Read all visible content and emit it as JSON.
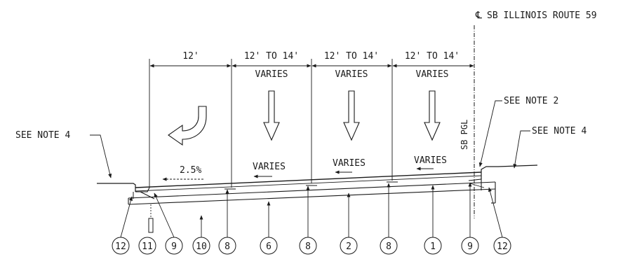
{
  "centerline": {
    "symbol": "℄",
    "label": "SB ILLINOIS ROUTE 59"
  },
  "profile_grade_line": "SB PGL",
  "lanes": [
    {
      "width": "12'",
      "width_note": "",
      "slope": "2.5%",
      "arrow": "curved-left-turn-arrow"
    },
    {
      "width": "12' TO 14'",
      "width_note": "VARIES",
      "slope": "VARIES",
      "arrow": "down-arrow"
    },
    {
      "width": "12' TO 14'",
      "width_note": "VARIES",
      "slope": "VARIES",
      "arrow": "down-arrow"
    },
    {
      "width": "12' TO 14'",
      "width_note": "VARIES",
      "slope": "VARIES",
      "arrow": "down-arrow"
    }
  ],
  "notes": {
    "left": "SEE NOTE 4",
    "right_upper": "SEE NOTE 2",
    "right_lower": "SEE NOTE 4"
  },
  "callouts": [
    "12",
    "11",
    "9",
    "10",
    "8",
    "6",
    "8",
    "2",
    "8",
    "1",
    "9",
    "12"
  ]
}
